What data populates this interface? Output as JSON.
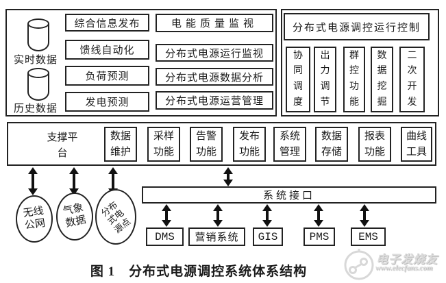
{
  "colors": {
    "line": "#222222",
    "arrow": "#111111",
    "watermark": "#dcdcdc"
  },
  "top_left": {
    "realtime_label": "实时数据",
    "history_label": "历史数据",
    "col1": [
      "综合信息发布",
      "馈线自动化",
      "负荷预测",
      "发电预测"
    ],
    "col2": [
      "电能质量监视",
      "分布式电源运行监视",
      "分布式电源数据分析",
      "分布式电源运营管理"
    ]
  },
  "top_right": {
    "header": "分布式电源调控运行控制",
    "modules": [
      "协同调度",
      "出力调节",
      "群控功能",
      "数据挖掘",
      "二次开发"
    ]
  },
  "platform": {
    "label": "支撑平台",
    "modules": [
      "数据维护",
      "采样功能",
      "告警功能",
      "发布功能",
      "系统管理",
      "数据存储",
      "报表功能",
      "曲线工具"
    ]
  },
  "sources": [
    "无线公网",
    "气象数据",
    "分布式电源点"
  ],
  "interface_label": "系统接口",
  "external_systems": [
    "DMS",
    "营销系统",
    "GIS",
    "PMS",
    "EMS"
  ],
  "caption": "图 1　分布式电源调控系统体系结构",
  "watermark": {
    "brand": "电子发烧友",
    "site": "www.elecfans.com"
  }
}
